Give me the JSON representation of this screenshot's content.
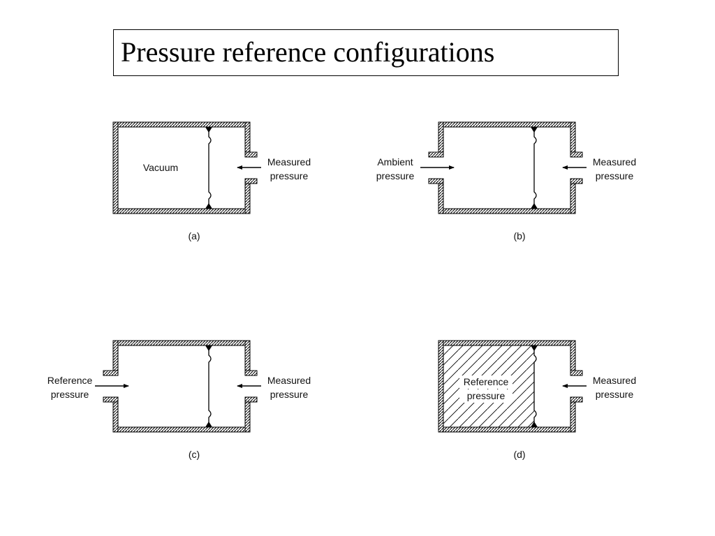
{
  "title": "Pressure reference configurations",
  "panels": [
    {
      "id": "a",
      "caption": "(a)",
      "left_chamber_label": [
        "Vacuum"
      ],
      "left_port": null,
      "right_port": [
        "Measured",
        "pressure"
      ],
      "hatched_reference": false
    },
    {
      "id": "b",
      "caption": "(b)",
      "left_chamber_label": [],
      "left_port": [
        "Ambient",
        "pressure"
      ],
      "right_port": [
        "Measured",
        "pressure"
      ],
      "hatched_reference": false
    },
    {
      "id": "c",
      "caption": "(c)",
      "left_chamber_label": [],
      "left_port": [
        "Reference",
        "pressure"
      ],
      "right_port": [
        "Measured",
        "pressure"
      ],
      "hatched_reference": false
    },
    {
      "id": "d",
      "caption": "(d)",
      "left_chamber_label": [
        "Reference",
        "pressure"
      ],
      "left_port": null,
      "right_port": [
        "Measured",
        "pressure"
      ],
      "hatched_reference": true
    }
  ]
}
